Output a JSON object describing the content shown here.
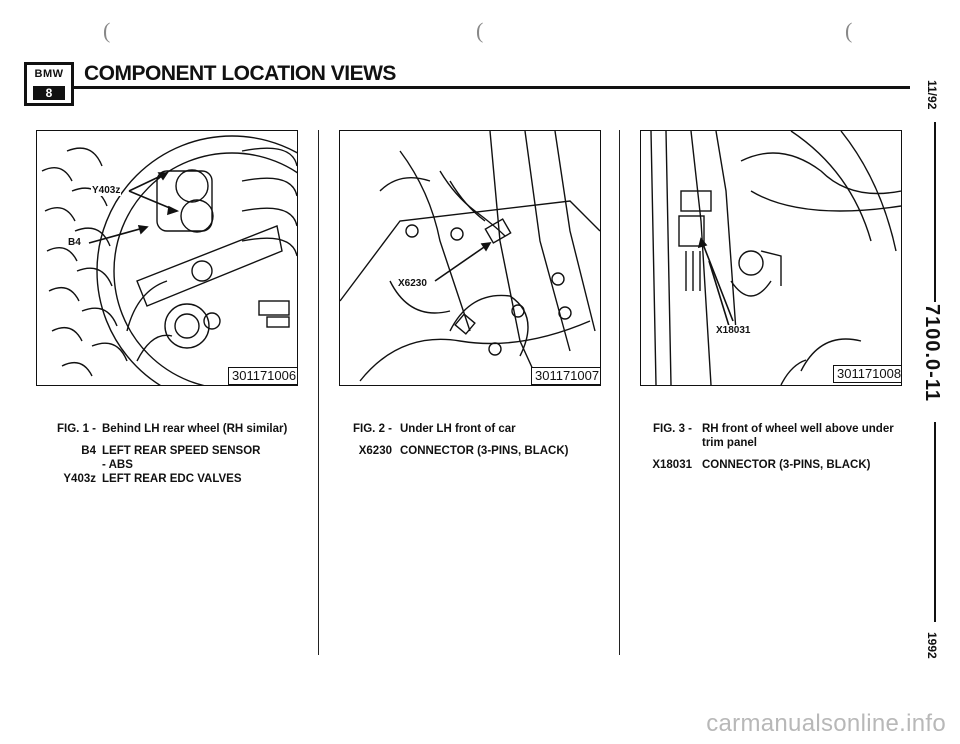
{
  "header": {
    "logo_top": "BMW",
    "logo_bottom": "8",
    "title": "COMPONENT LOCATION VIEWS"
  },
  "side": {
    "date": "11/92",
    "section": "7100.0-11",
    "year": "1992"
  },
  "figures": [
    {
      "ref_number": "301171006",
      "callouts": [
        "Y403z",
        "B4"
      ],
      "caption": {
        "fig_key": "FIG. 1 -",
        "fig_text": "Behind LH rear wheel (RH similar)",
        "items": [
          {
            "key": "B4",
            "text": "LEFT REAR SPEED SENSOR - ABS"
          },
          {
            "key": "Y403z",
            "text": "LEFT REAR EDC VALVES"
          }
        ]
      }
    },
    {
      "ref_number": "301171007",
      "callouts": [
        "X6230"
      ],
      "caption": {
        "fig_key": "FIG. 2 -",
        "fig_text": "Under LH front of car",
        "items": [
          {
            "key": "X6230",
            "text": "CONNECTOR (3-PINS, BLACK)"
          }
        ]
      }
    },
    {
      "ref_number": "301171008",
      "callouts": [
        "X18031"
      ],
      "caption": {
        "fig_key": "FIG. 3 -",
        "fig_text": "RH front of wheel well above under trim panel",
        "items": [
          {
            "key": "X18031",
            "text": "CONNECTOR (3-PINS, BLACK)"
          }
        ]
      }
    }
  ],
  "footer": {
    "watermark": "carmanualsonline.info"
  }
}
